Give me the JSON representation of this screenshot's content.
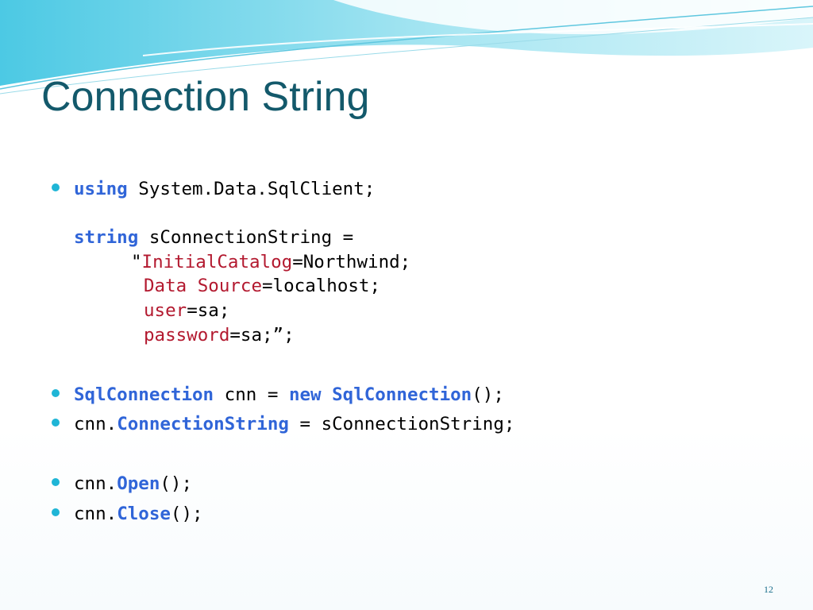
{
  "slide": {
    "title": "Connection String",
    "page_number": "12",
    "colors": {
      "title": "#13596b",
      "keyword": "#3065d8",
      "attribute": "#b3192f",
      "bullet": "#1fb5d6",
      "wave_accent": "#7fd8ea"
    },
    "bullets": [
      {
        "using_kw": "using",
        "namespace": " System.Data.SqlClient;",
        "string_kw": "string",
        "var_decl": " sConnectionString =",
        "quote_open": "\"",
        "catalog_key": "InitialCatalog",
        "catalog_value": "=Northwind;",
        "source_key": "Data Source",
        "source_value": "=localhost;",
        "user_key": "user",
        "user_value": "=sa;",
        "password_key": "password",
        "password_value": "=sa;”;"
      },
      {
        "type_kw": "SqlConnection",
        "assign": " cnn = ",
        "new_kw": "new",
        "space": " ",
        "ctor_kw": "SqlConnection",
        "ctor_tail": "();"
      },
      {
        "obj": "cnn.",
        "prop_kw": "ConnectionString",
        "assign": " = sConnectionString;"
      },
      {
        "obj": "cnn.",
        "method_kw": "Open",
        "tail": "();"
      },
      {
        "obj": "cnn.",
        "method_kw": "Close",
        "tail": "();"
      }
    ]
  }
}
